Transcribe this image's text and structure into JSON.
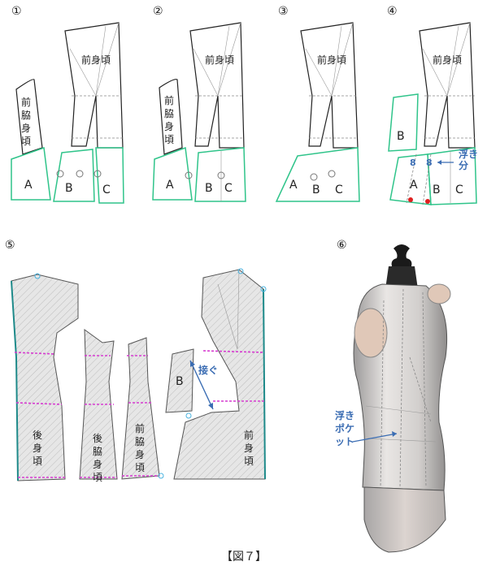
{
  "steps": [
    "①",
    "②",
    "③",
    "④",
    "⑤",
    "⑥"
  ],
  "labels": {
    "front_body": "前身頃",
    "front_side_body": "前脇身頃",
    "back_body": "後身頃",
    "back_side_body": "後脇身頃",
    "a": "A",
    "b": "B",
    "c": "C",
    "eight": "8",
    "floating_amount": "浮き分",
    "join": "接ぐ",
    "floating_pocket": "浮きポケット"
  },
  "caption": "【図７】",
  "colors": {
    "outline": "#222222",
    "green": "#2fc48a",
    "blue_text": "#3b6db3",
    "magenta": "#d63bd0",
    "red_dot": "#e02020"
  }
}
